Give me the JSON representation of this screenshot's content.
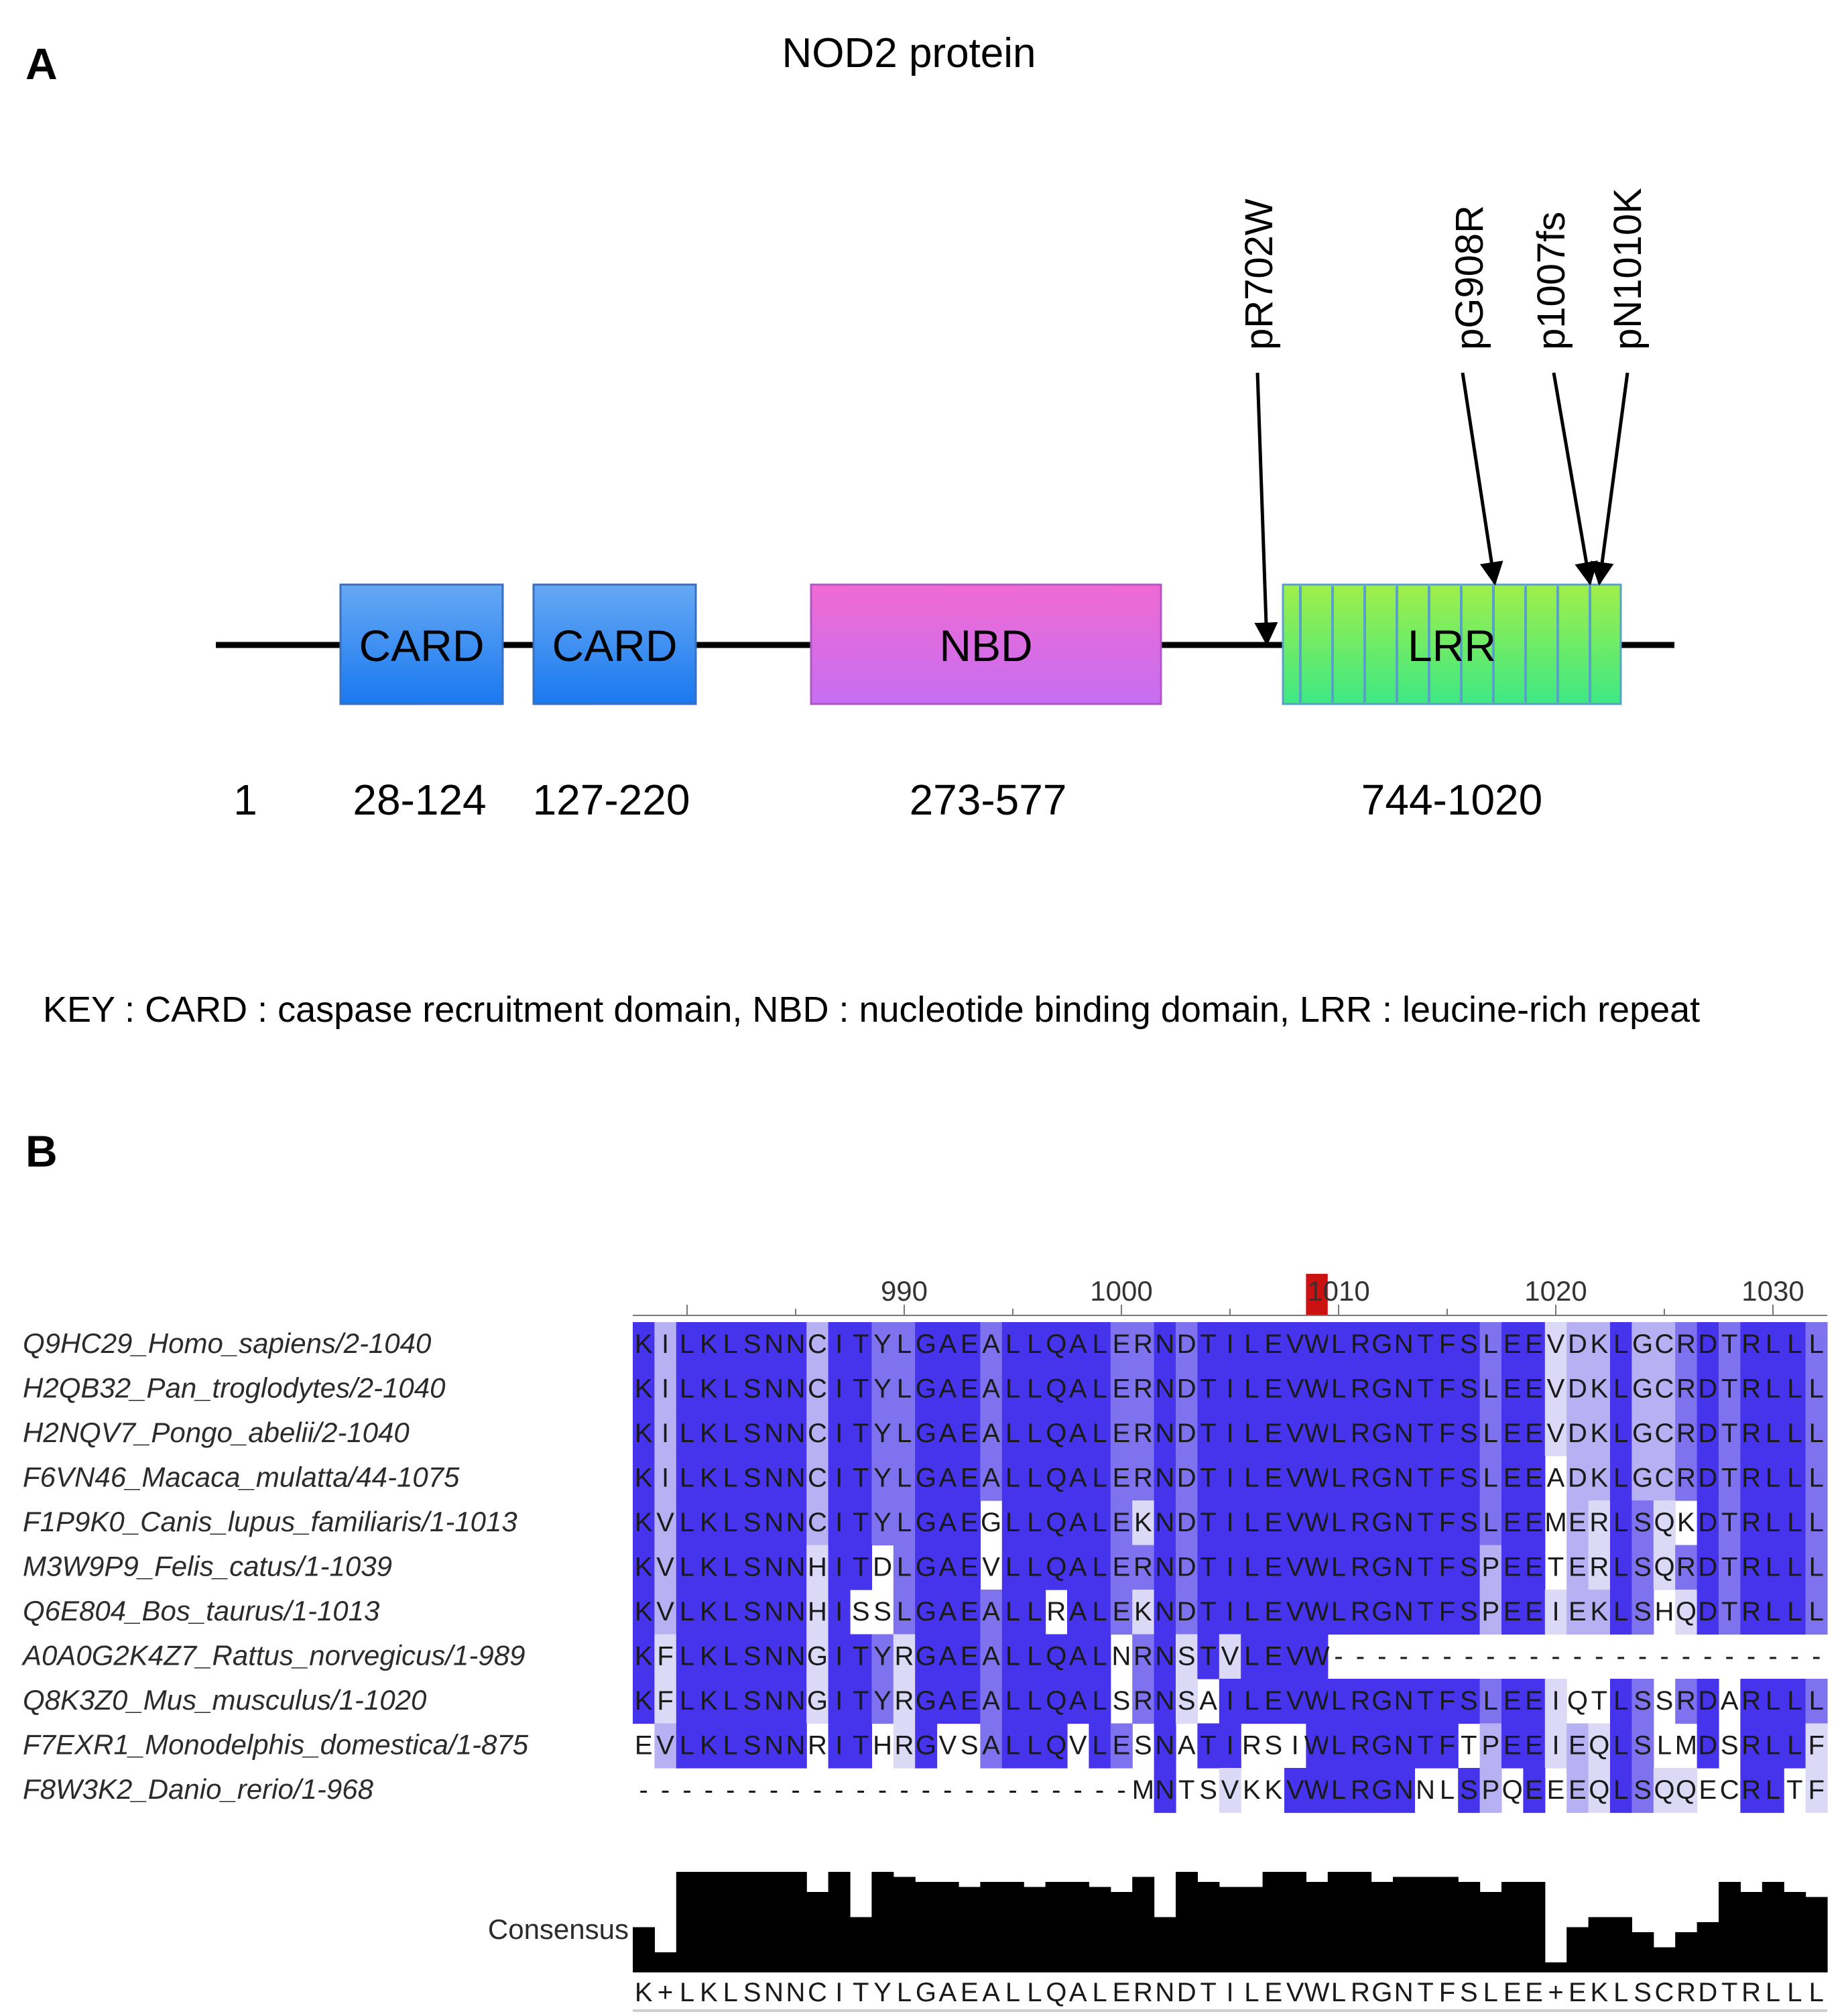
{
  "panel_a": {
    "letter": "A",
    "title": "NOD2 protein",
    "start_label": "1",
    "domains": [
      {
        "name": "CARD",
        "range": "28-124",
        "color": "#3d8ef0"
      },
      {
        "name": "CARD",
        "range": "127-220",
        "color": "#3d8ef0"
      },
      {
        "name": "NBD",
        "range": "273-577",
        "color": "#e36ad8"
      },
      {
        "name": "LRR",
        "range": "744-1020",
        "color": "#3ee86a"
      }
    ],
    "mutations": [
      "pR702W",
      "pG908R",
      "p1007fs",
      "pN1010K"
    ],
    "key": "KEY : CARD : caspase recruitment domain, NBD : nucleotide binding domain, LRR : leucine-rich repeat"
  },
  "panel_b": {
    "letter": "B",
    "positions": [
      "990",
      "1000",
      "1010",
      "1020",
      "1030"
    ],
    "highlight_color": "#cc1111",
    "species": [
      "Q9HC29_Homo_sapiens/2-1040",
      "H2QB32_Pan_troglodytes/2-1040",
      "H2NQV7_Pongo_abelii/2-1040",
      "F6VN46_Macaca_mulatta/44-1075",
      "F1P9K0_Canis_lupus_familiaris/1-1013",
      "M3W9P9_Felis_catus/1-1039",
      "Q6E804_Bos_taurus/1-1013",
      "A0A0G2K4Z7_Rattus_norvegicus/1-989",
      "Q8K3Z0_Mus_musculus/1-1020",
      "F7EXR1_Monodelphis_domestica/1-875",
      "F8W3K2_Danio_rerio/1-968"
    ],
    "sequences": [
      "KILKLSNNCITYLGAEALLQALERNDTILEVWLRGNTFSLEEVDKLGCRDTRLLL",
      "KILKLSNNCITYLGAEALLQALERNDTILEVWLRGNTFSLEEVDKLGCRDTRLLL",
      "KILKLSNNCITYLGAEALLQALERNDTILEVWLRGNTFSLEEVDKLGCRDTRLLL",
      "KILKLSNNCITYLGAEALLQALERNDTILEVWLRGNTFSLEEADKLGCRDTRLLL",
      "KVLKLSNNCITYLGAEGLLQALEKNDTILEVWLRGNTFSLEEMERLSQKDTRLLL",
      "KVLKLSNNHITDLGAEVLLQALERNDTILEVWLRGNTFSPEETERLSQRDTRLLL",
      "KVLKLSNNHISSLGAEALLRALEKNDTILEVWLRGNTFSPEEIEKLSHQDTRLLL",
      "KFLKLSNNGITYRGAEALLQALNRNSTVLEVW-----------------------",
      "KFLKLSNNGITYRGAEALLQALSRNSAILEVWLRGNTFSLEEIQTLSSRDARLLL",
      "EVLKLSNNRITHRGVSALLQVLESNATIRSIWLRGNTFTPEEIEQLSLMDSRLLF",
      "-----------------------MNTSVKKVWLRGNNLSPQEEEQLSQQECRLTF"
    ],
    "consensus_label": "Consensus",
    "consensus_sequence": "K+LKLSNNCITYLGAEALLQALERNDTILEVWLRGNTFSLEE+EKLSCRDTRLLL",
    "consensus_levels": [
      0.45,
      0.2,
      1,
      1,
      1,
      1,
      1,
      1,
      0.8,
      1,
      0.55,
      1,
      0.95,
      0.9,
      0.9,
      0.85,
      0.9,
      0.9,
      0.85,
      0.9,
      0.9,
      0.85,
      0.8,
      0.95,
      0.55,
      1,
      0.9,
      0.85,
      0.85,
      1,
      1,
      0.9,
      1,
      1,
      0.9,
      0.95,
      0.95,
      0.95,
      0.9,
      0.8,
      0.9,
      0.9,
      0.1,
      0.45,
      0.55,
      0.55,
      0.4,
      0.25,
      0.4,
      0.5,
      0.9,
      0.8,
      0.9,
      0.8,
      0.75
    ],
    "palette": {
      "dark": "#4633ec",
      "mid": "#7f72ee",
      "light": "#b7b0f3",
      "pale": "#dcd9f7"
    }
  }
}
